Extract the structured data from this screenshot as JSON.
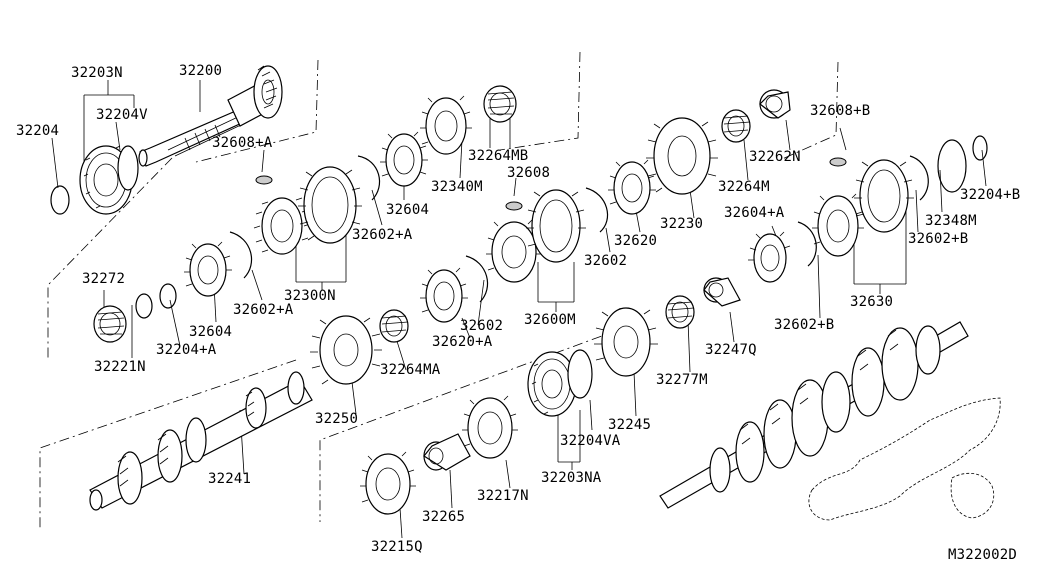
{
  "labels": {
    "p32203N": "32203N",
    "p32200": "32200",
    "p32204V": "32204V",
    "p32204": "32204",
    "p32608A": "32608+A",
    "p32264MB": "32264MB",
    "p32340M": "32340M",
    "p32608": "32608",
    "p32604_top": "32604",
    "p32602A_top": "32602+A",
    "p32300N": "32300N",
    "p32272": "32272",
    "p32221N": "32221N",
    "p32204A": "32204+A",
    "p32604_left": "32604",
    "p32602A_left": "32602+A",
    "p32264MA": "32264MA",
    "p32250": "32250",
    "p32241": "32241",
    "p32602": "32602",
    "p32602_mid": "32602",
    "p32620A": "32620+A",
    "p32600M": "32600M",
    "p32620": "32620",
    "p32230": "32230",
    "p32264M": "32264M",
    "p32262N": "32262N",
    "p32608B": "32608+B",
    "p32604A": "32604+A",
    "p32204B": "32204+B",
    "p32348M": "32348M",
    "p32602B_r": "32602+B",
    "p32630": "32630",
    "p32602B_bot": "32602+B",
    "p32247Q": "32247Q",
    "p32277M": "32277M",
    "p32245": "32245",
    "p32204VA": "32204VA",
    "p32203NA": "32203NA",
    "p32217N": "32217N",
    "p32265": "32265",
    "p32215Q": "32215Q",
    "diagram_id": "M322002D"
  }
}
